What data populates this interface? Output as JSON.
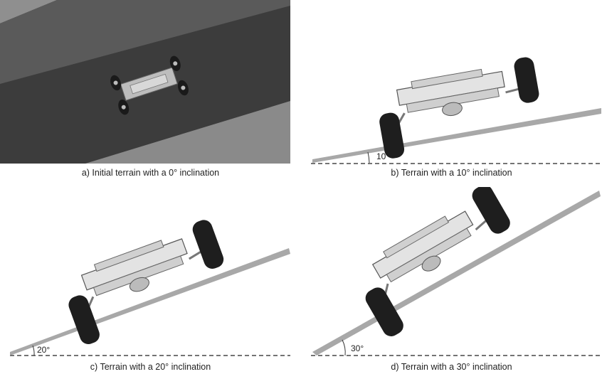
{
  "panels": [
    {
      "id": "a",
      "caption": "a) Initial terrain with a 0° inclination",
      "angle_deg": 0,
      "angle_label": ""
    },
    {
      "id": "b",
      "caption": "b) Terrain with a 10° inclination",
      "angle_deg": 10,
      "angle_label": "10°"
    },
    {
      "id": "c",
      "caption": "c) Terrain with a 20° inclination",
      "angle_deg": 20,
      "angle_label": "20°"
    },
    {
      "id": "d",
      "caption": "d) Terrain with a 30° inclination",
      "angle_deg": 30,
      "angle_label": "30°"
    }
  ],
  "colors": {
    "terrain_dark": "#3c3c3c",
    "terrain_light": "#8a8a8a",
    "slope": "#a8a8a8",
    "tire": "#1e1e1e",
    "frame": "#c8c8c8"
  }
}
